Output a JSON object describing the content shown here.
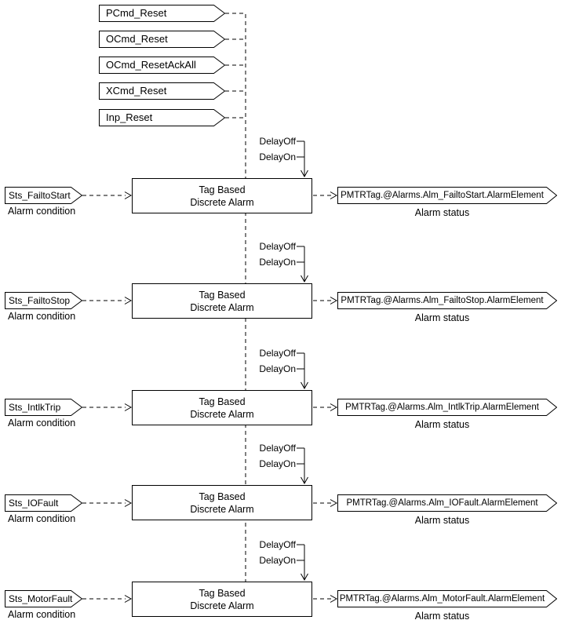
{
  "diagram": {
    "reset_inputs": [
      "PCmd_Reset",
      "OCmd_Reset",
      "OCmd_ResetAckAll",
      "XCmd_Reset",
      "Inp_Reset"
    ],
    "block": {
      "line1": "Tag Based",
      "line2": "Discrete Alarm"
    },
    "delay": {
      "off": "DelayOff",
      "on": "DelayOn"
    },
    "captions": {
      "condition": "Alarm condition",
      "status": "Alarm status"
    },
    "rows": [
      {
        "condition": "Sts_FailtoStart",
        "status": "PMTRTag.@Alarms.Alm_FailtoStart.AlarmElement"
      },
      {
        "condition": "Sts_FailtoStop",
        "status": "PMTRTag.@Alarms.Alm_FailtoStop.AlarmElement"
      },
      {
        "condition": "Sts_IntlkTrip",
        "status": "PMTRTag.@Alarms.Alm_IntlkTrip.AlarmElement"
      },
      {
        "condition": "Sts_IOFault",
        "status": "PMTRTag.@Alarms.Alm_IOFault.AlarmElement"
      },
      {
        "condition": "Sts_MotorFault",
        "status": "PMTRTag.@Alarms.Alm_MotorFault.AlarmElement"
      }
    ],
    "colors": {
      "line": "#000000",
      "background": "#ffffff",
      "box_fill": "#ffffff"
    }
  }
}
